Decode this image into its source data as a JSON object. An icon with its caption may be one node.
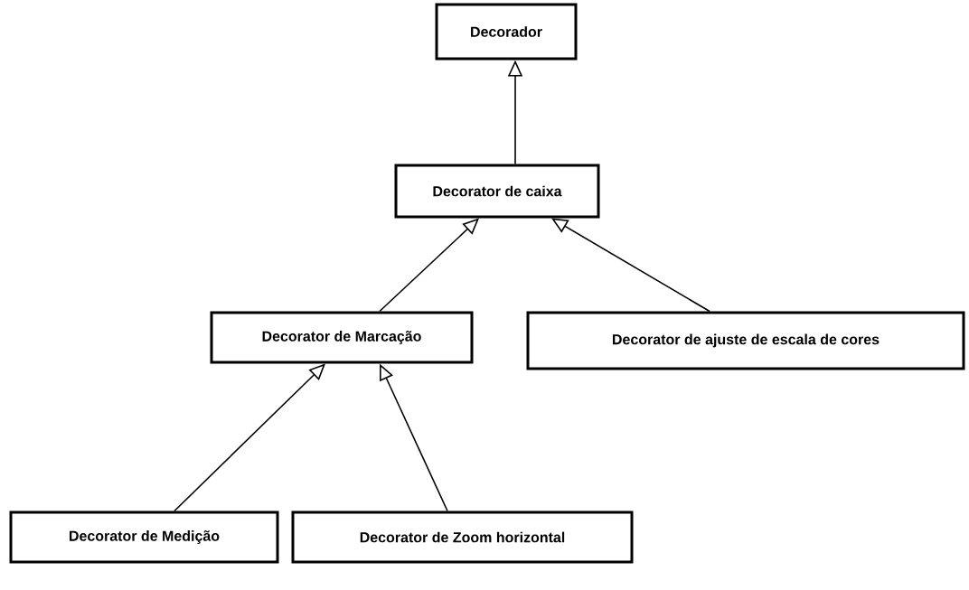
{
  "diagram": {
    "nodes": [
      {
        "text": [
          "Decorador"
        ]
      },
      {
        "text": [
          "Decorator de caixa"
        ]
      },
      {
        "text": [
          "Decorator de Marcação"
        ]
      },
      {
        "text": [
          "Decorator de ajuste de escala de cores"
        ]
      },
      {
        "text": [
          "Decorator de Medição"
        ]
      },
      {
        "text": [
          "Decorator de Zoom horizontal"
        ]
      }
    ],
    "edges": [
      {
        "from": 1,
        "to": 0,
        "arrow": "to"
      },
      {
        "from": 2,
        "to": 1,
        "arrow": "to"
      },
      {
        "from": 3,
        "to": 1,
        "arrow": "to"
      },
      {
        "from": 4,
        "to": 2,
        "arrow": "to"
      },
      {
        "from": 5,
        "to": 2,
        "arrow": "to"
      }
    ]
  }
}
